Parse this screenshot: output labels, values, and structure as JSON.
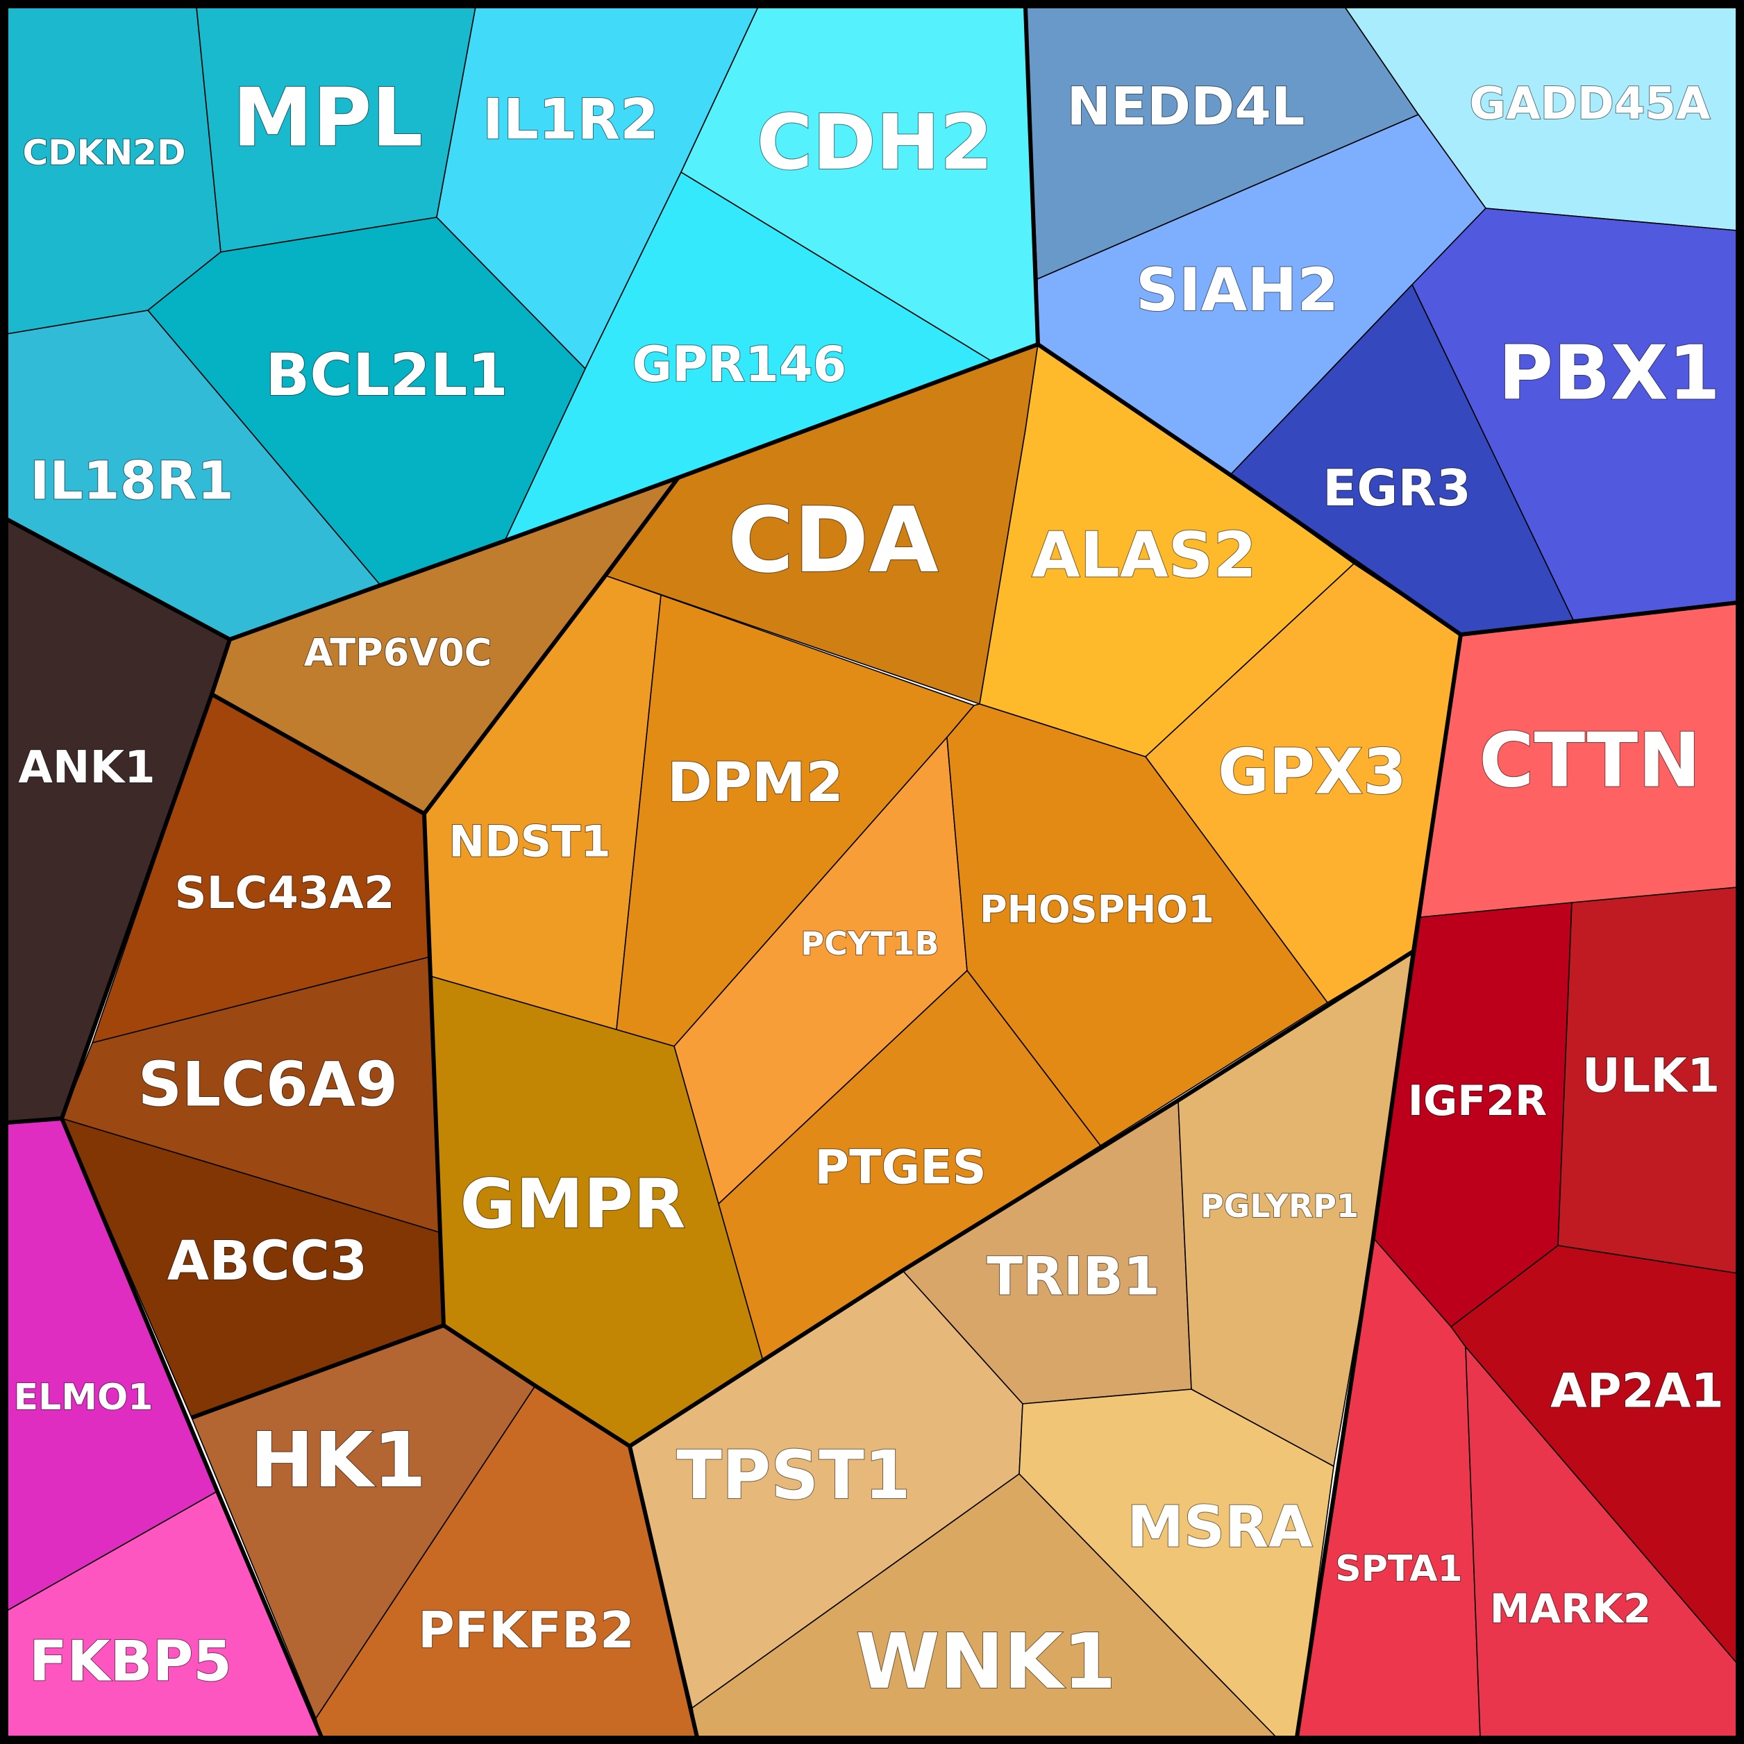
{
  "diagram": {
    "type": "voronoi-treemap",
    "groups": [
      {
        "id": "cyan",
        "cells": [
          {
            "key": "CDKN2D",
            "label": "CDKN2D",
            "color": "#1cb9ce"
          },
          {
            "key": "MPL",
            "label": "MPL",
            "color": "#1abace"
          },
          {
            "key": "IL1R2",
            "label": "IL1R2",
            "color": "#41dbf9"
          },
          {
            "key": "CDH2",
            "label": "CDH2",
            "color": "#55f2fd"
          },
          {
            "key": "GPR146",
            "label": "GPR146",
            "color": "#33e9fb"
          },
          {
            "key": "BCL2L1",
            "label": "BCL2L1",
            "color": "#04b2c3"
          },
          {
            "key": "IL18R1",
            "label": "IL18R1",
            "color": "#32bbd6"
          }
        ]
      },
      {
        "id": "blue",
        "cells": [
          {
            "key": "NEDD4L",
            "label": "NEDD4L",
            "color": "#6999c8"
          },
          {
            "key": "GADD45A",
            "label": "GADD45A",
            "color": "#a9ecfe"
          },
          {
            "key": "SIAH2",
            "label": "SIAH2",
            "color": "#7eaefe"
          },
          {
            "key": "PBX1",
            "label": "PBX1",
            "color": "#5159de"
          },
          {
            "key": "EGR3",
            "label": "EGR3",
            "color": "#3548be"
          }
        ]
      },
      {
        "id": "orange",
        "cells": [
          {
            "key": "ATP6V0C",
            "label": "ATP6V0C",
            "color": "#c17d2e"
          },
          {
            "key": "CDA",
            "label": "CDA",
            "color": "#d08012"
          },
          {
            "key": "ALAS2",
            "label": "ALAS2",
            "color": "#feba2b"
          },
          {
            "key": "GPX3",
            "label": "GPX3",
            "color": "#feb12e"
          },
          {
            "key": "NDST1",
            "label": "NDST1",
            "color": "#ee9c23"
          },
          {
            "key": "DPM2",
            "label": "DPM2",
            "color": "#e38c15"
          },
          {
            "key": "PCYT1B",
            "label": "PCYT1B",
            "color": "#f79e38"
          },
          {
            "key": "PHOSPHO1",
            "label": "PHOSPHO1",
            "color": "#e38a15"
          },
          {
            "key": "PTGES",
            "label": "PTGES",
            "color": "#e28a18"
          },
          {
            "key": "GMPR",
            "label": "GMPR",
            "color": "#c28504"
          }
        ]
      },
      {
        "id": "dark",
        "cells": [
          {
            "key": "ANK1",
            "label": "ANK1",
            "color": "#3d2a28"
          }
        ]
      },
      {
        "id": "brown",
        "cells": [
          {
            "key": "SLC43A2",
            "label": "SLC43A2",
            "color": "#a1450b"
          },
          {
            "key": "SLC6A9",
            "label": "SLC6A9",
            "color": "#9c4813"
          },
          {
            "key": "ABCC3",
            "label": "ABCC3",
            "color": "#823603"
          },
          {
            "key": "HK1",
            "label": "HK1",
            "color": "#b36532"
          },
          {
            "key": "PFKFB2",
            "label": "PFKFB2",
            "color": "#c86a24"
          }
        ]
      },
      {
        "id": "magenta",
        "cells": [
          {
            "key": "ELMO1",
            "label": "ELMO1",
            "color": "#df2dc1"
          },
          {
            "key": "FKBP5",
            "label": "FKBP5",
            "color": "#fe56c1"
          }
        ]
      },
      {
        "id": "tan",
        "cells": [
          {
            "key": "TRIB1",
            "label": "TRIB1",
            "color": "#d9a66a"
          },
          {
            "key": "PGLYRP1",
            "label": "PGLYRP1",
            "color": "#e3b56f"
          },
          {
            "key": "TPST1",
            "label": "TPST1",
            "color": "#e6b879"
          },
          {
            "key": "MSRA",
            "label": "MSRA",
            "color": "#f1c576"
          },
          {
            "key": "WNK1",
            "label": "WNK1",
            "color": "#dba862"
          }
        ]
      },
      {
        "id": "red",
        "cells": [
          {
            "key": "CTTN",
            "label": "CTTN",
            "color": "#fe6262"
          },
          {
            "key": "IGF2R",
            "label": "IGF2R",
            "color": "#bc001c"
          },
          {
            "key": "ULK1",
            "label": "ULK1",
            "color": "#c01a22"
          },
          {
            "key": "AP2A1",
            "label": "AP2A1",
            "color": "#bb0817"
          },
          {
            "key": "SPTA1",
            "label": "SPTA1",
            "color": "#ec374c"
          },
          {
            "key": "MARK2",
            "label": "MARK2",
            "color": "#ea364c"
          }
        ]
      }
    ]
  }
}
